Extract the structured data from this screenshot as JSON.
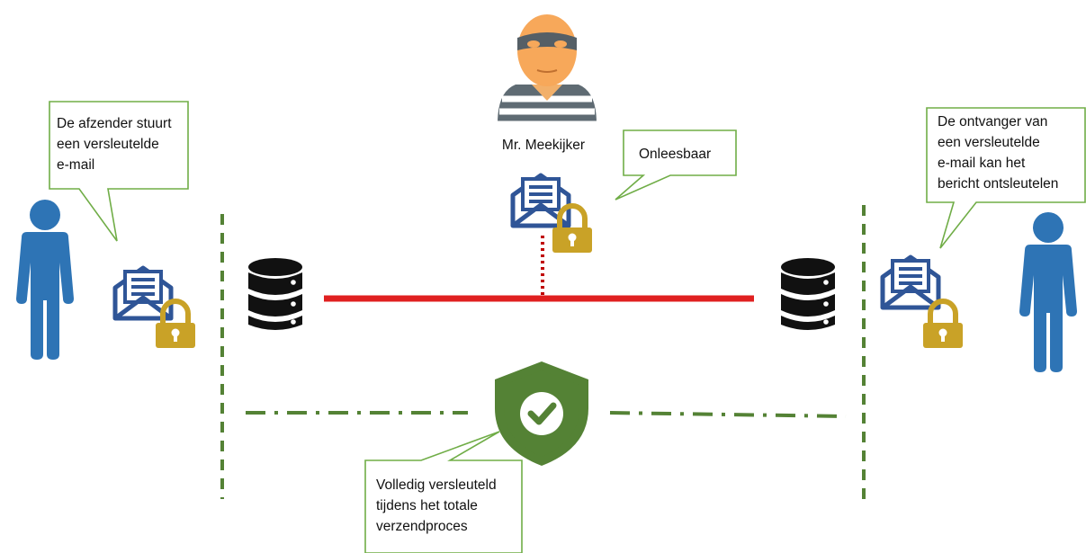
{
  "callouts": {
    "sender": "De afzender stuurt\neen versleutelde\ne-mail",
    "onleesbaar": "Onleesbaar",
    "receiver": "De ontvanger van\neen versleutelde\ne-mail kan het\nbericht ontsleutelen",
    "encrypted": "Volledig versleuteld\ntijdens het totale\nverzendproces"
  },
  "attacker_label": "Mr. Meekijker",
  "icons": [
    "person-icon",
    "envelope-icon",
    "padlock-icon",
    "database-icon",
    "hacker-icon",
    "shield-check-icon"
  ],
  "colors": {
    "person": "#2e74b5",
    "envelope": "#2f5597",
    "padlock": "#c9a227",
    "server": "#111111",
    "channel": "#e02020",
    "secure_line": "#548235",
    "callout_border": "#70ad47",
    "shield": "#548235"
  }
}
